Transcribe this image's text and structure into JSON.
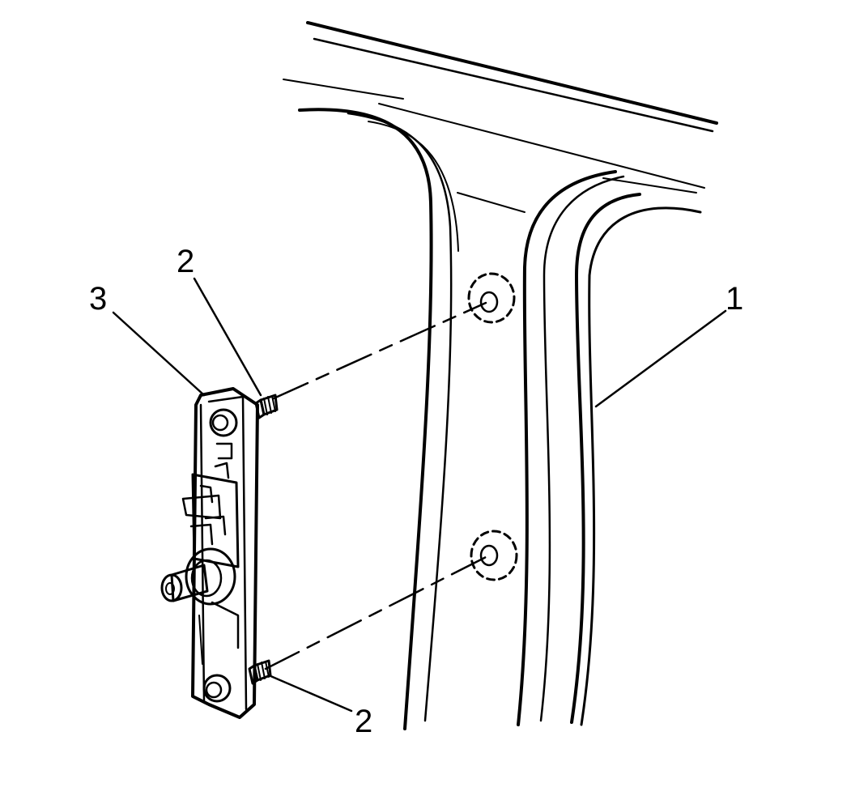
{
  "diagram": {
    "callouts": {
      "door_frame": "1",
      "screw_upper": "2",
      "screw_lower": "2",
      "bracket": "3"
    },
    "colors": {
      "line": "#000000",
      "background": "#ffffff"
    }
  }
}
